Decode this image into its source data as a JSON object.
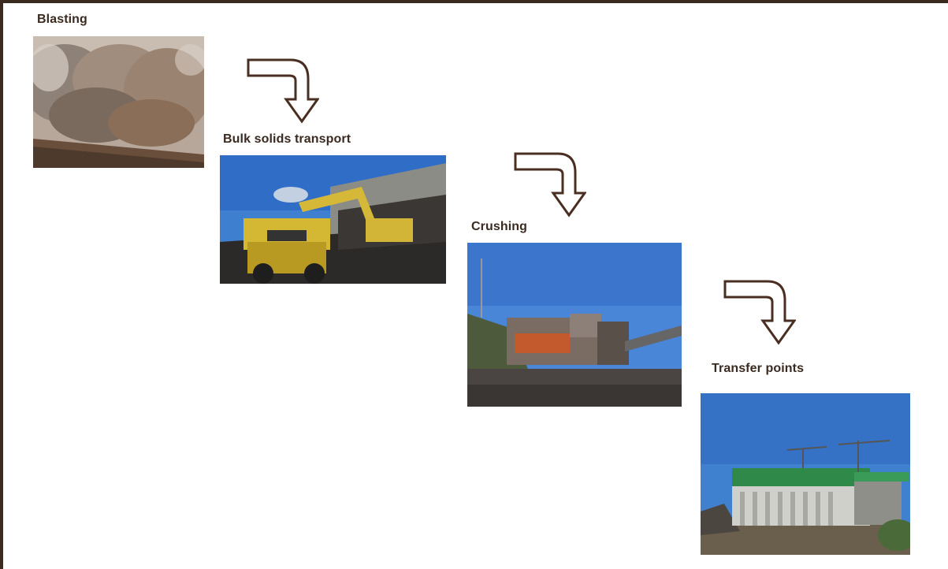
{
  "steps": [
    {
      "label": "Blasting",
      "image": "blasting-photo"
    },
    {
      "label": "Bulk solids transport",
      "image": "haul-truck-excavator-photo"
    },
    {
      "label": "Crushing",
      "image": "crushing-plant-photo"
    },
    {
      "label": "Transfer points",
      "image": "transfer-point-building-photo"
    }
  ],
  "arrows": [
    "bent-down-arrow-icon",
    "bent-down-arrow-icon",
    "bent-down-arrow-icon"
  ],
  "colors": {
    "frame": "#3b2a20",
    "arrow_stroke": "#4a2e22",
    "label_text": "#3a2a20"
  }
}
